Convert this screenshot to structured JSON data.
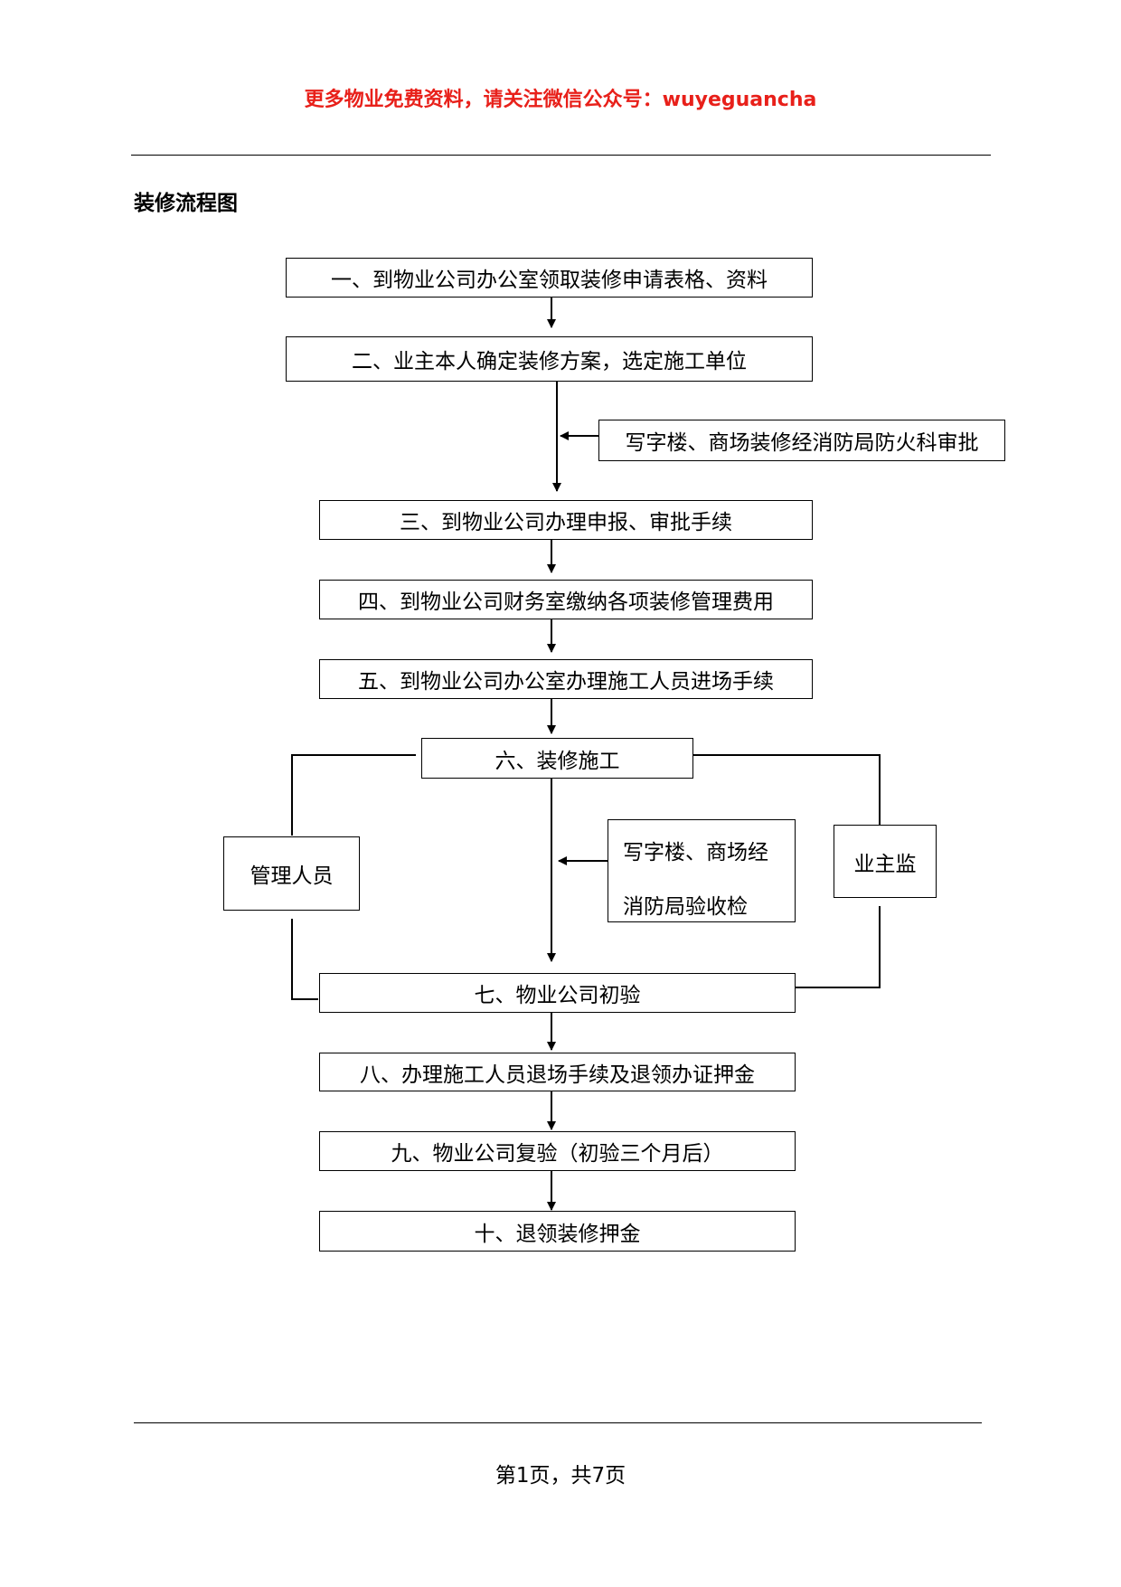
{
  "header_note": "更多物业免费资料，请关注微信公众号：wuyeguancha",
  "title": "装修流程图",
  "steps": {
    "s1": "一、到物业公司办公室领取装修申请表格、资料",
    "s2": "二、业主本人确定装修方案，选定施工单位",
    "s3": "三、到物业公司办理申报、审批手续",
    "s4": "四、到物业公司财务室缴纳各项装修管理费用",
    "s5": "五、到物业公司办公室办理施工人员进场手续",
    "s6": "六、装修施工",
    "s7": "七、物业公司初验",
    "s8": "八、办理施工人员退场手续及退领办证押金",
    "s9": "九、物业公司复验（初验三个月后）",
    "s10": "十、退领装修押金"
  },
  "side_notes": {
    "fire_approval": "写字楼、商场装修经消防局防火科审批",
    "fire_inspection_line1": "写字楼、商场经",
    "fire_inspection_line2": "消防局验收检",
    "management": "管理人员",
    "owner_supervision": "业主监"
  },
  "footer": "第1页，共7页"
}
